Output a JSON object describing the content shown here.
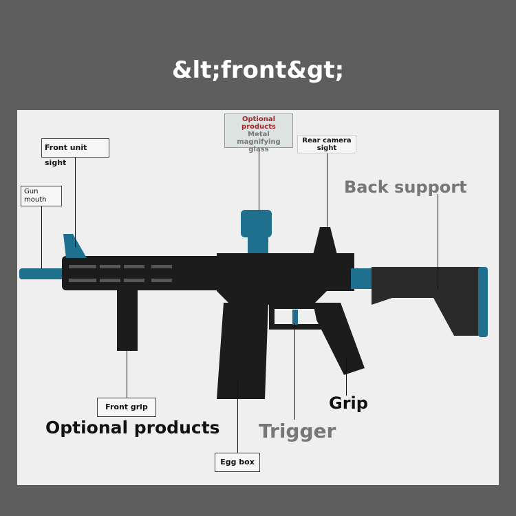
{
  "title": "&lt;front&gt;",
  "labels": {
    "optional_top": "Optional products",
    "metal_glass": "Metal magnifying glass",
    "rear_sight": "Rear camera sight",
    "front_sight": "Front unit sight",
    "gun_mouth": "Gun mouth",
    "back_support": "Back support",
    "front_grip": "Front grip",
    "optional_bottom": "Optional products",
    "grip": "Grip",
    "trigger": "Trigger",
    "egg_box": "Egg box"
  },
  "colors": {
    "background": "#5e5e5e",
    "panel": "#efefef",
    "accent": "#1f6f8f",
    "body": "#1c1c1c"
  }
}
